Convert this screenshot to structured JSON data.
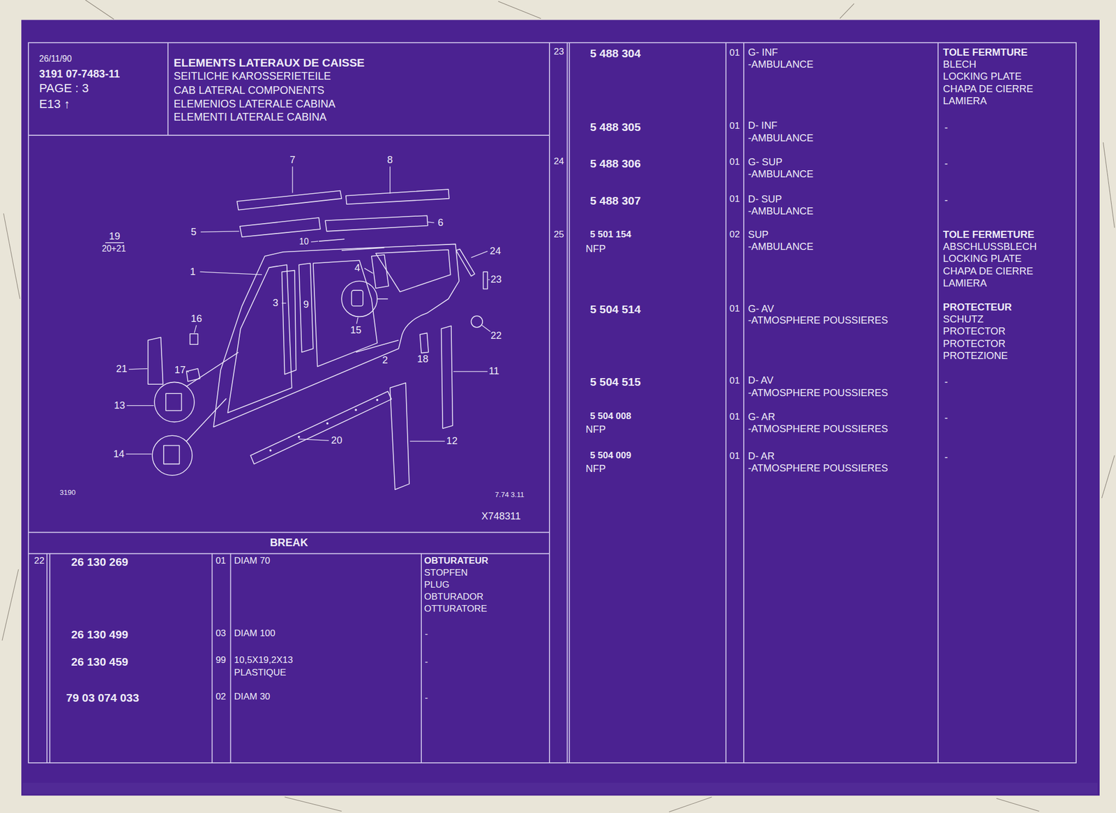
{
  "diagram": {
    "nodes": [
      {
        "text": [
          "26/11/90",
          "3191 07-7483-11",
          "PAGE : 3",
          "E13 ↑"
        ]
      },
      {
        "text": [
          "ELEMENTS LATERAUX DE CAISSE",
          "SEITLICHE KAROSSERIETEILE",
          "CAB LATERAL COMPONENTS",
          "ELEMENIOS LATERALE CABINA",
          "ELEMENTI LATERALE CABINA"
        ]
      },
      {
        "text": [
          "BREAK"
        ]
      }
    ],
    "labels": [
      "7",
      "8",
      "5",
      "6",
      "19",
      "20+21",
      "10",
      "24",
      "1",
      "4",
      "23",
      "3",
      "9",
      "16",
      "15",
      "22",
      "21",
      "17",
      "2",
      "18",
      "11",
      "13",
      "20",
      "12",
      "14",
      "3190",
      "7.74 3.11",
      "X748311",
      "22",
      "26 130 269",
      "01",
      "DIAM 70",
      "OBTURATEUR",
      "STOPFEN",
      "PLUG",
      "OBTURADOR",
      "OTTURATORE",
      "26 130 499",
      "03",
      "DIAM 100",
      "-",
      "26 130 459",
      "99",
      "10,5X19,2X13",
      "PLASTIQUE",
      "-",
      "79 03 074 033",
      "02",
      "DIAM 30",
      "-",
      "23",
      "5 488 304",
      "01",
      "G- INF",
      "-AMBULANCE",
      "TOLE FERMTURE",
      "BLECH",
      "LOCKING PLATE",
      "CHAPA DE CIERRE",
      "LAMIERA",
      "5 488 305",
      "01",
      "D- INF",
      "-AMBULANCE",
      "-",
      "24",
      "5 488 306",
      "01",
      "G- SUP",
      "-AMBULANCE",
      "-",
      "5 488 307",
      "01",
      "D- SUP",
      "-AMBULANCE",
      "-",
      "25",
      "5 501 154",
      "NFP",
      "02",
      "SUP",
      "-AMBULANCE",
      "TOLE FERMETURE",
      "ABSCHLUSSBLECH",
      "LOCKING PLATE",
      "CHAPA DE CIERRE",
      "LAMIERA",
      "5 504 514",
      "01",
      "G- AV",
      "-ATMOSPHERE POUSSIERES",
      "PROTECTEUR",
      "SCHUTZ",
      "PROTECTOR",
      "PROTECTOR",
      "PROTEZIONE",
      "5 504 515",
      "01",
      "D- AV",
      "-ATMOSPHERE POUSSIERES",
      "-",
      "5 504 008",
      "NFP",
      "01",
      "G- AR",
      "-ATMOSPHERE POUSSIERES",
      "-",
      "5 504 009",
      "NFP",
      "01",
      "D- AR",
      "-ATMOSPHERE POUSSIERES",
      "-"
    ]
  }
}
